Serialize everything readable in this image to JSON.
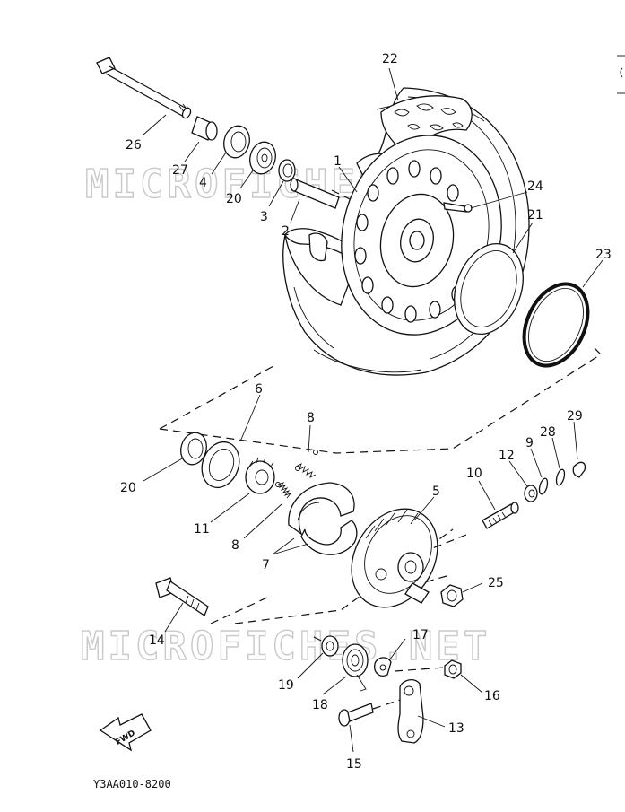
{
  "watermark": "MICROFICHES.NET",
  "diagram_code": "Y3AA010-8200",
  "fwd_label": "FWD",
  "callouts": [
    {
      "id": "c1",
      "text": "1"
    },
    {
      "id": "c2",
      "text": "2"
    },
    {
      "id": "c3",
      "text": "3"
    },
    {
      "id": "c4",
      "text": "4"
    },
    {
      "id": "c5",
      "text": "5"
    },
    {
      "id": "c6",
      "text": "6"
    },
    {
      "id": "c7",
      "text": "7"
    },
    {
      "id": "c8a",
      "text": "8"
    },
    {
      "id": "c8b",
      "text": "8"
    },
    {
      "id": "c9",
      "text": "9"
    },
    {
      "id": "c10",
      "text": "10"
    },
    {
      "id": "c11",
      "text": "11"
    },
    {
      "id": "c12",
      "text": "12"
    },
    {
      "id": "c13",
      "text": "13"
    },
    {
      "id": "c14",
      "text": "14"
    },
    {
      "id": "c15",
      "text": "15"
    },
    {
      "id": "c16",
      "text": "16"
    },
    {
      "id": "c17",
      "text": "17"
    },
    {
      "id": "c18",
      "text": "18"
    },
    {
      "id": "c19",
      "text": "19"
    },
    {
      "id": "c20a",
      "text": "20"
    },
    {
      "id": "c20b",
      "text": "20"
    },
    {
      "id": "c21",
      "text": "21"
    },
    {
      "id": "c22",
      "text": "22"
    },
    {
      "id": "c23",
      "text": "23"
    },
    {
      "id": "c24",
      "text": "24"
    },
    {
      "id": "c25",
      "text": "25"
    },
    {
      "id": "c26",
      "text": "26"
    },
    {
      "id": "c27",
      "text": "27"
    },
    {
      "id": "c28",
      "text": "28"
    },
    {
      "id": "c29",
      "text": "29"
    }
  ]
}
